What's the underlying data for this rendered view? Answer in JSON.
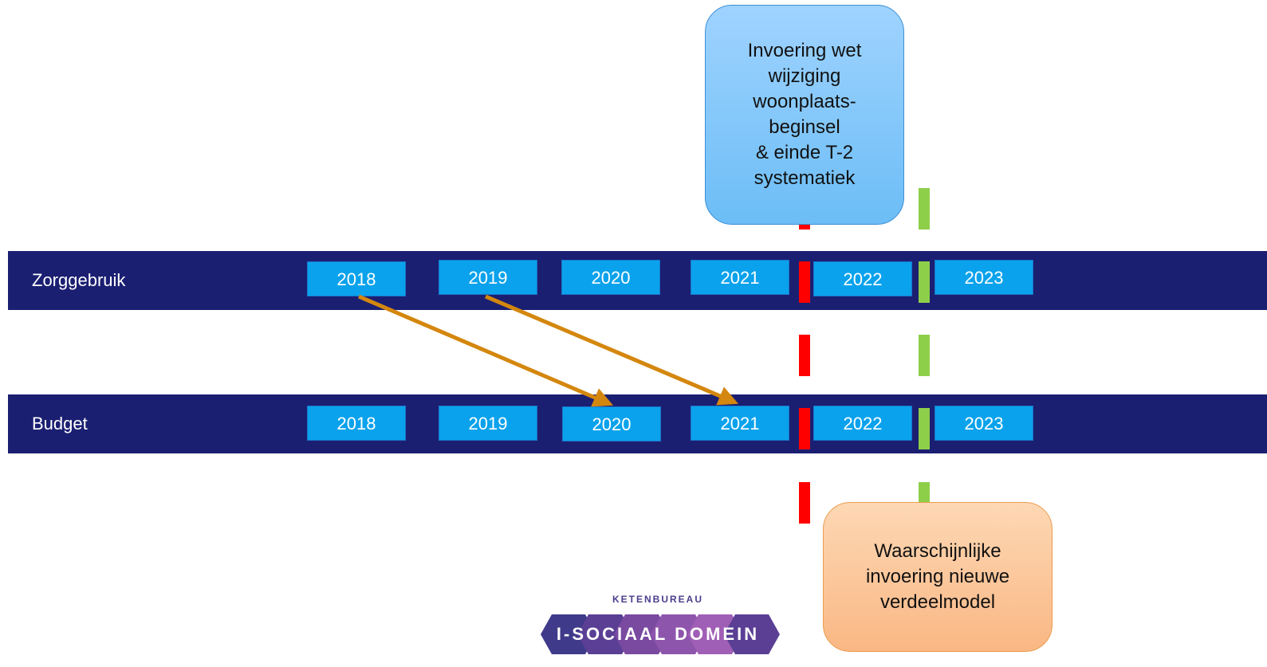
{
  "bands": {
    "zorggebruik": {
      "label": "Zorggebruik",
      "years": [
        "2018",
        "2019",
        "2020",
        "2021",
        "2022",
        "2023"
      ]
    },
    "budget": {
      "label": "Budget",
      "years": [
        "2018",
        "2019",
        "2020",
        "2021",
        "2022",
        "2023"
      ]
    }
  },
  "callouts": {
    "top": "Invoering wet\nwijziging\nwoonplaats-\nbeginsel\n& einde T-2\nsystematiek",
    "bottom": "Waarschijnlijke\ninvoering nieuwe\nverdeelmodel"
  },
  "logo": {
    "top_text": "KETENBUREAU",
    "main_text": "I-SOCIAAL DOMEIN"
  },
  "colors": {
    "band": "#1b1f72",
    "year_box": "#0aa2ec",
    "marker_red": "#ff0000",
    "marker_green": "#8ecf4a",
    "arrow": "#d4870e",
    "callout_blue": "#8ecbfb",
    "callout_orange": "#fcc79a"
  }
}
